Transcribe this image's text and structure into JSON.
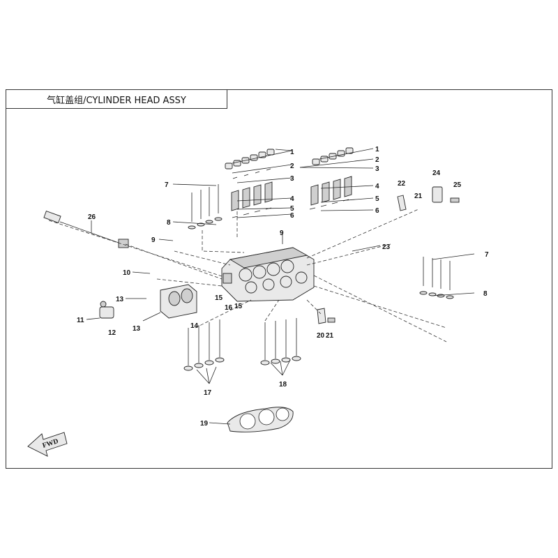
{
  "title": "气缸盖组/CYLINDER HEAD ASSY",
  "forward_label": "FWD",
  "callouts": {
    "c1a": "1",
    "c2a": "2",
    "c3a": "3",
    "c4a": "4",
    "c5a": "5",
    "c6a": "6",
    "c1b": "1",
    "c2b": "2",
    "c3b": "3",
    "c4b": "4",
    "c5b": "5",
    "c6b": "6",
    "c7a": "7",
    "c8a": "8",
    "c7b": "7",
    "c8b": "8",
    "c9a": "9",
    "c9b": "9",
    "c10": "10",
    "c11": "11",
    "c12": "12",
    "c13a": "13",
    "c13b": "13",
    "c14": "14",
    "c15a": "15",
    "c15b": "15",
    "c16": "16",
    "c17": "17",
    "c18": "18",
    "c19": "19",
    "c20": "20",
    "c21a": "21",
    "c21b": "21",
    "c22": "22",
    "c23": "23",
    "c24": "24",
    "c25": "25",
    "c26": "26"
  }
}
